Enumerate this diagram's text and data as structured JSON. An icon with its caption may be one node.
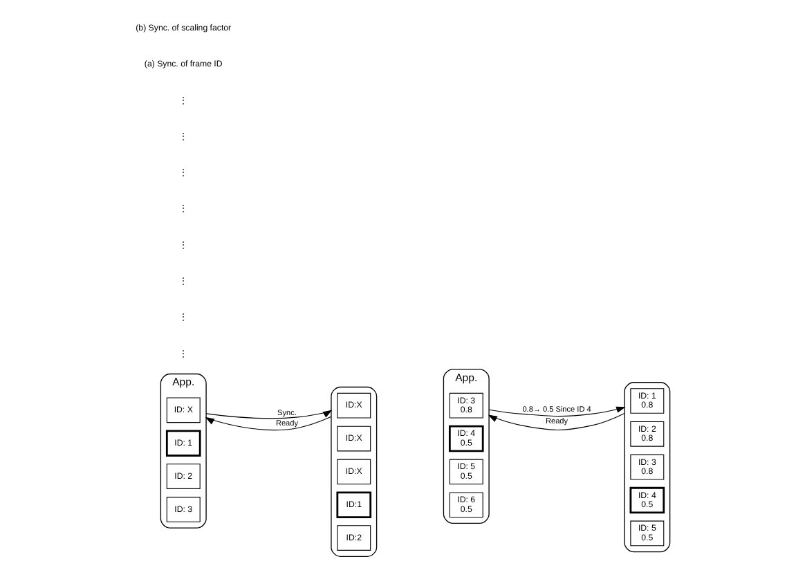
{
  "diagram": {
    "nodes": [
      {
        "text": [
          "App."
        ]
      },
      {
        "text": [
          "ID: X"
        ],
        "in": 0
      },
      {
        "text": [
          "ID: 1"
        ],
        "in": 0
      },
      {
        "text": [
          "ID: 2"
        ],
        "in": 0
      },
      {
        "text": [
          "ID: 3"
        ],
        "in": 0
      },
      {
        "text": [],
        "shape": "box"
      },
      {
        "text": [
          "ID:X"
        ],
        "in": 5
      },
      {
        "text": [
          "ID:X"
        ],
        "in": 5
      },
      {
        "text": [
          "ID:X"
        ],
        "in": 5
      },
      {
        "text": [
          "ID:1"
        ],
        "in": 5
      },
      {
        "text": [
          "ID:2"
        ],
        "in": 5
      },
      {
        "text": [
          "App."
        ]
      },
      {
        "text": [
          "ID: 3",
          "0.8"
        ],
        "in": 11
      },
      {
        "text": [
          "ID: 4",
          "0.5"
        ],
        "in": 11
      },
      {
        "text": [
          "ID: 5",
          "0.5"
        ],
        "in": 11
      },
      {
        "text": [
          "ID: 6",
          "0.5"
        ],
        "in": 11
      },
      {
        "text": [],
        "shape": "box"
      },
      {
        "text": [
          "ID: 1",
          "0.8"
        ],
        "in": 16
      },
      {
        "text": [
          "ID: 2",
          "0.8"
        ],
        "in": 16
      },
      {
        "text": [
          "ID: 3",
          "0.8"
        ],
        "in": 16
      },
      {
        "text": [
          "ID: 4",
          "0.5"
        ],
        "in": 16
      },
      {
        "text": [
          "ID: 5",
          "0.5"
        ],
        "in": 16
      }
    ],
    "edges": [
      {
        "from": 0,
        "to": 5,
        "arrow": "to",
        "label": "Sync."
      },
      {
        "from": 5,
        "to": 0,
        "arrow": "to",
        "label": "Ready"
      },
      {
        "from": 11,
        "to": 16,
        "arrow": "to",
        "label": "0.8→ 0.5 Since ID 4"
      },
      {
        "from": 16,
        "to": 11,
        "arrow": "to",
        "label": "Ready"
      }
    ],
    "labels": [
      "⋮",
      "⋮",
      "⋮",
      "⋮",
      "⋮",
      "⋮",
      "⋮",
      "⋮",
      "(a) Sync. of frame ID",
      "(b) Sync. of scaling factor"
    ]
  }
}
